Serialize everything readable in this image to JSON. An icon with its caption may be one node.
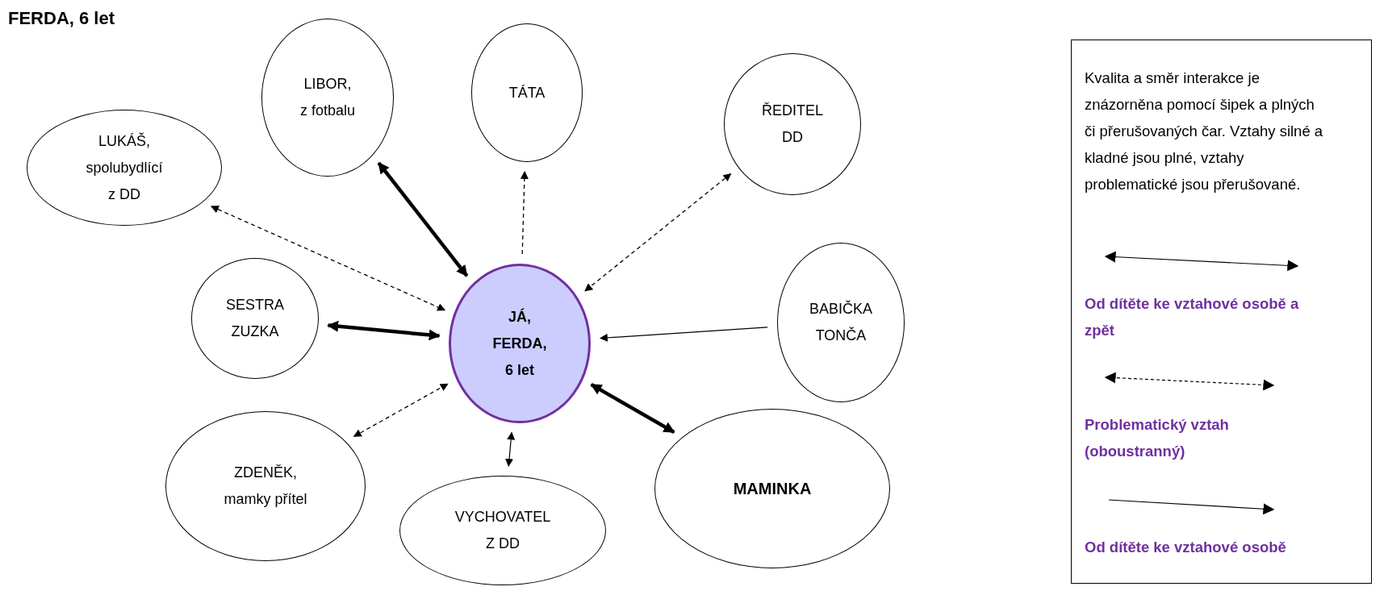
{
  "diagram": {
    "title": "FERDA, 6 let",
    "nodes": [
      {
        "text": [
          "LUKÁŠ, spolubydlící z DD"
        ]
      },
      {
        "text": [
          "LIBOR, z fotbalu"
        ]
      },
      {
        "text": [
          "TÁTA"
        ]
      },
      {
        "text": [
          "ŘEDITEL DD"
        ]
      },
      {
        "text": [
          "SESTRA ZUZKA"
        ]
      },
      {
        "text": [
          "JÁ, FERDA, 6 let"
        ]
      },
      {
        "text": [
          "BABIČKA TONČA"
        ]
      },
      {
        "text": [
          "ZDENĚK, mamky přítel"
        ]
      },
      {
        "text": [
          "MAMINKA"
        ]
      },
      {
        "text": [
          "VYCHOVATEL Z DD"
        ]
      }
    ],
    "edges": [
      {
        "from": 0,
        "to": 5,
        "arrow": "both",
        "style": "dashed"
      },
      {
        "from": 1,
        "to": 5,
        "arrow": "both",
        "style": "thick"
      },
      {
        "from": 5,
        "to": 2,
        "arrow": "to",
        "style": "dashed"
      },
      {
        "from": 3,
        "to": 5,
        "arrow": "both",
        "style": "dashed"
      },
      {
        "from": 4,
        "to": 5,
        "arrow": "both",
        "style": "thick"
      },
      {
        "from": 6,
        "to": 5,
        "arrow": "to"
      },
      {
        "from": 7,
        "to": 5,
        "arrow": "both",
        "style": "dashed"
      },
      {
        "from": 9,
        "to": 5,
        "arrow": "both"
      },
      {
        "from": 8,
        "to": 5,
        "arrow": "both",
        "style": "thick"
      }
    ],
    "labels": [
      "Kvalita a směr interakce je znázorněna pomocí šipek a plných či přerušovaných čar. Vztahy silné a kladné jsou plné, vztahy problematické jsou přerušované."
    ],
    "legend": [
      {
        "text": "Od dítěte ke vztahové osobě a zpět"
      },
      {
        "text": "Problematický vztah (oboustranný)"
      },
      {
        "text": "Od dítěte ke vztahové osobě"
      }
    ]
  }
}
